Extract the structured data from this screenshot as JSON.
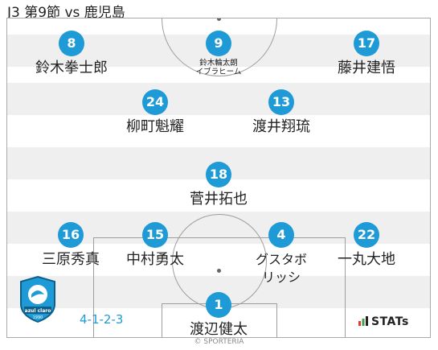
{
  "header": {
    "title": "J3 第9節 vs 鹿児島"
  },
  "formation": "4-1-2-3",
  "players": [
    {
      "number": "8",
      "name": "鈴木拳士郎"
    },
    {
      "number": "9",
      "name_line1": "鈴木輪太朗",
      "name_line2": "イブラヒーム"
    },
    {
      "number": "17",
      "name": "藤井建悟"
    },
    {
      "number": "24",
      "name": "柳町魁耀"
    },
    {
      "number": "13",
      "name": "渡井翔琉"
    },
    {
      "number": "18",
      "name": "菅井拓也"
    },
    {
      "number": "16",
      "name": "三原秀真"
    },
    {
      "number": "15",
      "name": "中村勇太"
    },
    {
      "number": "4",
      "name_line1": "グスタボ",
      "name_line2": "リッシ"
    },
    {
      "number": "22",
      "name": "一丸大地"
    },
    {
      "number": "1",
      "name": "渡辺健太"
    }
  ],
  "branding": {
    "club_logo_text": "azul claro",
    "club_logo_year": "1990",
    "stats_logo": "STATs"
  },
  "copyright": "© SPORTERIA",
  "colors": {
    "accent": "#1e9ad6",
    "stripe": "#efefef",
    "pitch_line": "#9e9e9e"
  }
}
